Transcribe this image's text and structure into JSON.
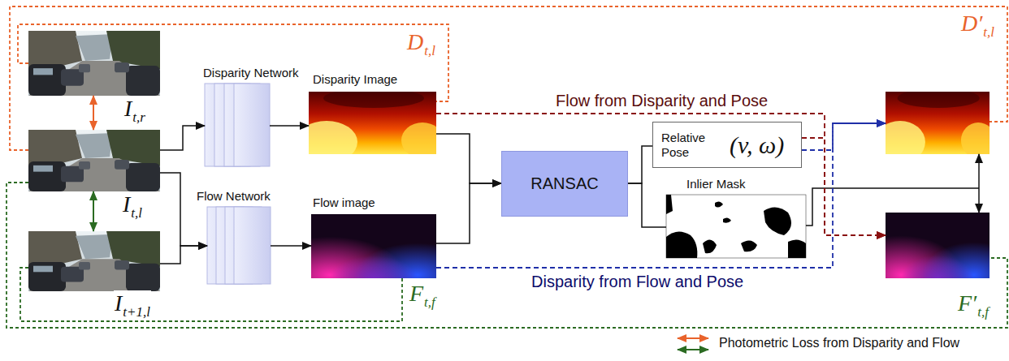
{
  "diagram": {
    "nodes": [
      {
        "text": [
          "I",
          "t,r"
        ]
      },
      {
        "text": [
          "I",
          "t,l"
        ]
      },
      {
        "text": [
          "I",
          "t+1,l"
        ]
      },
      {
        "text": [
          "Disparity Network"
        ]
      },
      {
        "text": [
          "Flow Network"
        ]
      },
      {
        "text": [
          "Disparity Image"
        ]
      },
      {
        "text": [
          "Flow image"
        ]
      },
      {
        "text": [
          "RANSAC"
        ]
      },
      {
        "text": [
          "Relative Pose",
          "(v, ω)"
        ]
      },
      {
        "text": [
          "Inlier Mask"
        ]
      },
      {
        "text": [
          "D′",
          "t,l"
        ]
      },
      {
        "text": [
          "F′",
          "t,f"
        ]
      }
    ],
    "edges": [
      {
        "from": 1,
        "to": 3,
        "arrow": "to"
      },
      {
        "from": 3,
        "to": 5,
        "arrow": "to"
      },
      {
        "from": 1,
        "to": 4,
        "arrow": "to"
      },
      {
        "from": 2,
        "to": 4,
        "arrow": "to"
      },
      {
        "from": 4,
        "to": 6,
        "arrow": "to"
      },
      {
        "from": 5,
        "to": 7,
        "arrow": "to"
      },
      {
        "from": 6,
        "to": 7,
        "arrow": "to"
      },
      {
        "from": 7,
        "to": 8,
        "arrow": "none"
      },
      {
        "from": 7,
        "to": 9,
        "arrow": "none"
      },
      {
        "from": 5,
        "to": 11,
        "arrow": "to",
        "label": "Flow from Disparity and Pose"
      },
      {
        "from": 8,
        "to": 11,
        "arrow": "to"
      },
      {
        "from": 6,
        "to": 10,
        "arrow": "to",
        "label": "Disparity from Flow and Pose"
      },
      {
        "from": 8,
        "to": 10,
        "arrow": "to"
      },
      {
        "from": 10,
        "to": 11,
        "arrow": "both"
      },
      {
        "from": 0,
        "to": 1,
        "arrow": "both"
      },
      {
        "from": 1,
        "to": 2,
        "arrow": "both"
      },
      {
        "from": 0,
        "to": 5,
        "arrow": "none"
      },
      {
        "from": 1,
        "to": 10,
        "arrow": "none"
      },
      {
        "from": 2,
        "to": 6,
        "arrow": "none"
      },
      {
        "from": 1,
        "to": 11,
        "arrow": "none"
      }
    ],
    "labels": [
      "D",
      "t,l",
      "F",
      "t,f"
    ],
    "legend": [
      {
        "text": "Photometric Loss from Disparity and Flow"
      }
    ]
  }
}
